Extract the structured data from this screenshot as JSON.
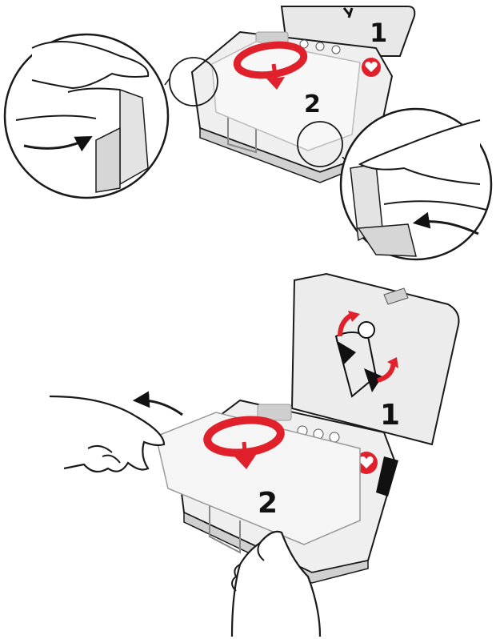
{
  "colors": {
    "red": "#e0202a",
    "outline": "#1a1a1a",
    "device_light": "#ececec",
    "device_mid": "#d3d3d3",
    "device_dark": "#a9a9a9",
    "black": "#111111"
  },
  "top_panel": {
    "lid_step": "1",
    "tray_step": "2"
  },
  "bottom_panel": {
    "lid_step": "1",
    "tray_step": "2"
  },
  "icons": [
    "heart-icon",
    "pull-arrow-icon",
    "curved-arrow-icon"
  ]
}
